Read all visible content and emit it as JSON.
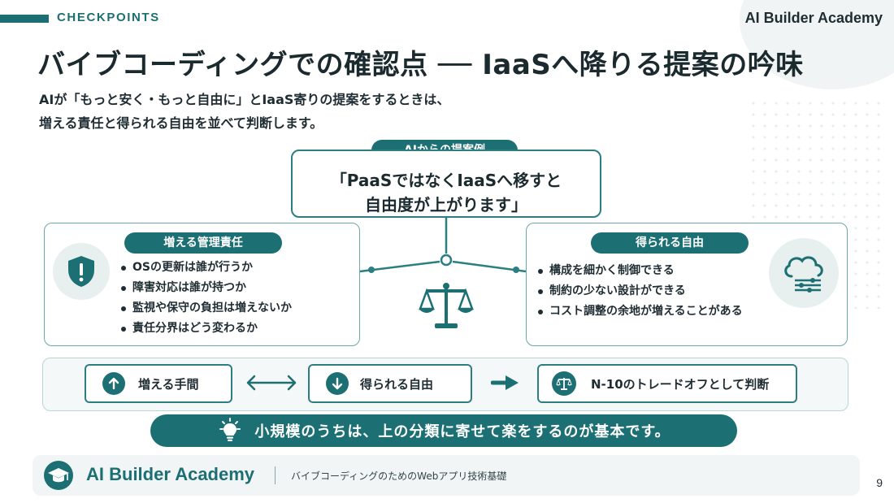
{
  "header": {
    "section_label": "CHECKPOINTS",
    "brand": "AI Builder Academy",
    "title": "バイブコーディングでの確認点 ── IaaSへ降りる提案の吟味",
    "subtitle_lines": [
      "AIが「もっと安く・もっと自由に」とIaaS寄りの提案をするときは、",
      "増える責任と得られる自由を並べて判断します。"
    ]
  },
  "proposal": {
    "label": "AIからの提案例",
    "quote_lines": [
      "「PaaSではなくIaaSへ移すと",
      "自由度が上がります」"
    ]
  },
  "left_panel": {
    "title": "増える管理責任",
    "icon": "shield-alert-icon",
    "items": [
      "OSの更新は誰が行うか",
      "障害対応は誰が持つか",
      "監視や保守の負担は増えないか",
      "責任分界はどう変わるか"
    ]
  },
  "right_panel": {
    "title": "得られる自由",
    "icon": "cloud-settings-icon",
    "items": [
      "構成を細かく制御できる",
      "制約の少ない設計ができる",
      "コスト調整の余地が増えることがある"
    ]
  },
  "flow": {
    "item1": {
      "label": "増える手間",
      "icon": "arrow-up-icon"
    },
    "connector": "double-arrow-icon",
    "item2": {
      "label": "得られる自由",
      "icon": "arrow-down-icon"
    },
    "arrow": "right-arrow-icon",
    "item3": {
      "label": "N-10のトレードオフとして判断",
      "icon": "scale-icon"
    }
  },
  "banner": {
    "icon": "lightbulb-icon",
    "text": "小規模のうちは、上の分類に寄せて楽をするのが基本です。"
  },
  "footer": {
    "brand": "AI Builder Academy",
    "subtitle": "バイブコーディングのためのWebアプリ技術基礎",
    "page_number": "9"
  },
  "colors": {
    "accent": "#1c6f73",
    "panel_border": "#6aa8ab",
    "text": "#1f2d33"
  }
}
